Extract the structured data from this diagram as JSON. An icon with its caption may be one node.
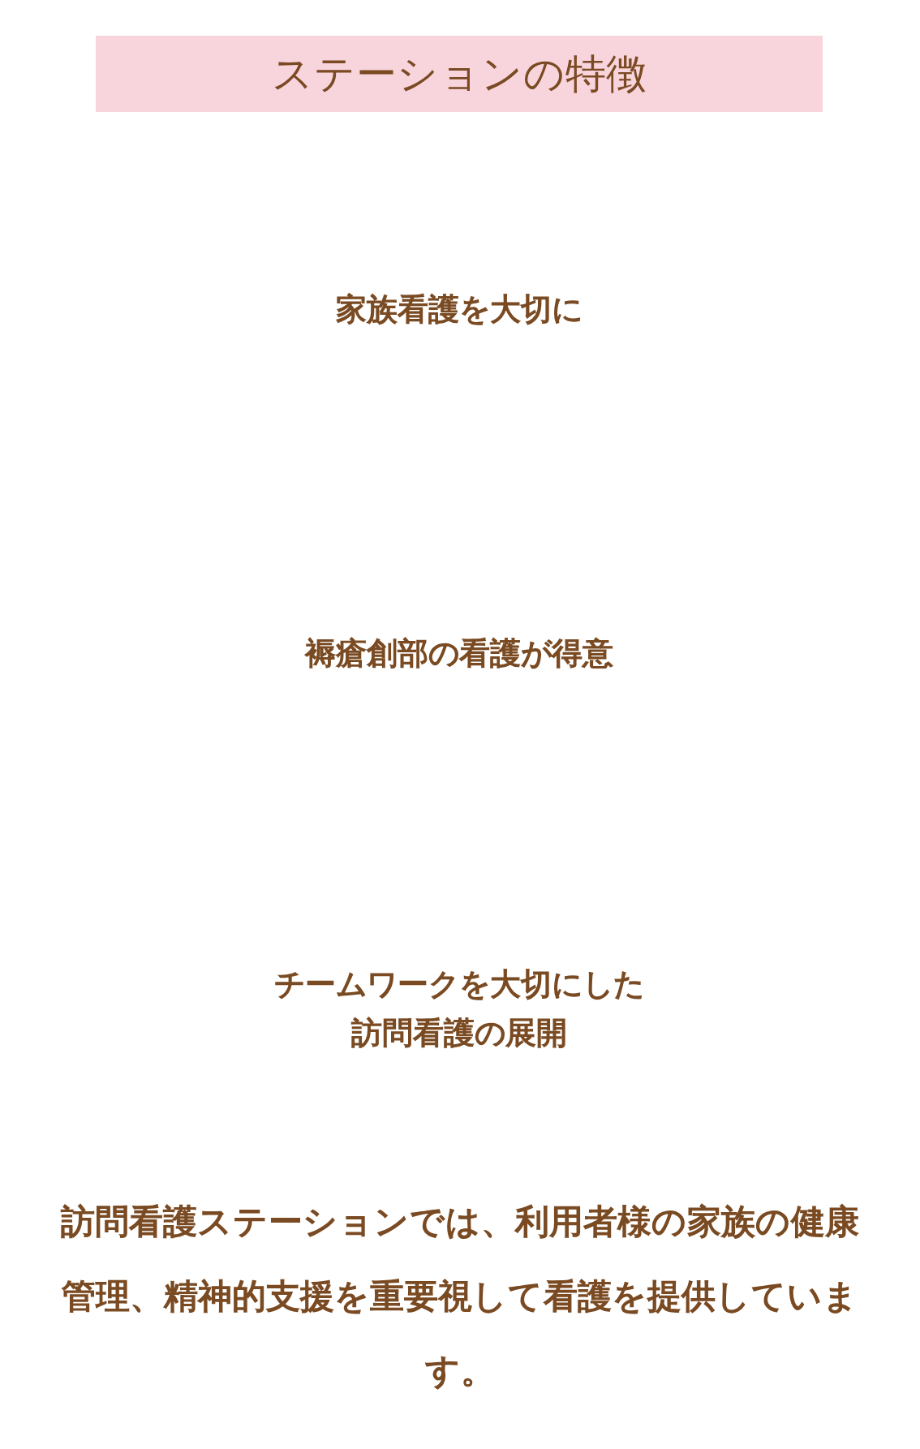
{
  "diagram": {
    "title": "ステーションの特徴",
    "labels": [
      "家族看護を大切に",
      "褥瘡創部の看護が得意",
      "チームワークを大切にした訪問看護の展開",
      "訪問看護ステーションでは、利用者様の家族の健康管理、精神的支援を重要視して看護を提供しています。"
    ]
  }
}
